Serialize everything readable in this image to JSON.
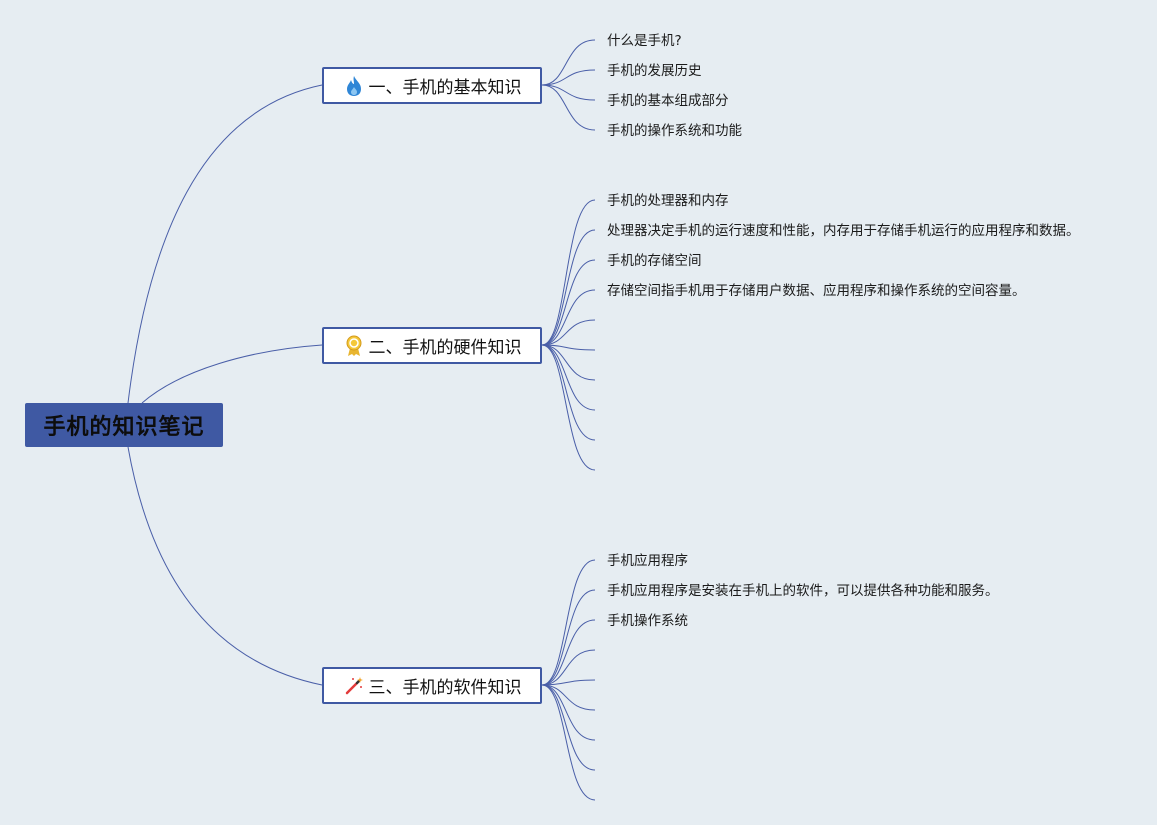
{
  "root": {
    "label": "手机的知识笔记"
  },
  "branches": [
    {
      "label": "一、手机的基本知识",
      "icon": "fire-icon",
      "leaves": [
        "什么是手机?",
        "手机的发展历史",
        "手机的基本组成部分",
        "手机的操作系统和功能"
      ],
      "empty_slots": 0
    },
    {
      "label": "二、手机的硬件知识",
      "icon": "award-medal-icon",
      "leaves": [
        "手机的处理器和内存",
        "处理器决定手机的运行速度和性能，内存用于存储手机运行的应用程序和数据。",
        "手机的存储空间",
        "存储空间指手机用于存储用户数据、应用程序和操作系统的空间容量。"
      ],
      "empty_slots": 6
    },
    {
      "label": "三、手机的软件知识",
      "icon": "magic-wand-icon",
      "leaves": [
        "手机应用程序",
        "手机应用程序是安装在手机上的软件，可以提供各种功能和服务。",
        "手机操作系统"
      ],
      "empty_slots": 6
    }
  ],
  "colors": {
    "background": "#e6edf2",
    "accent": "#3f59a3",
    "line": "#4a5fa8"
  }
}
